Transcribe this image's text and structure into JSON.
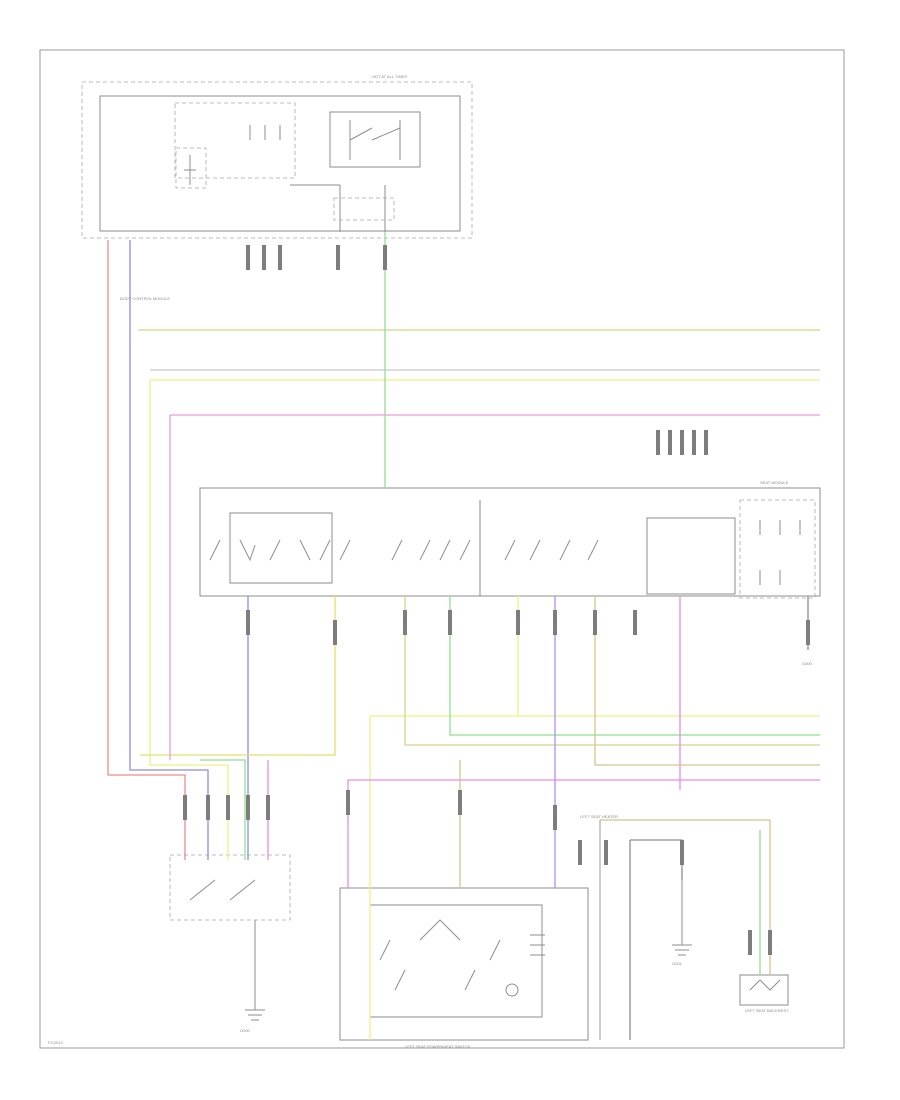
{
  "labels": {
    "footer_left": "F1/2013",
    "bottom_module": "LEFT SEAT POWER/HEAT SWITCH",
    "hot_at_all_times": "HOT AT ALL TIMES",
    "left_seat_heater": "LEFT SEAT HEATER",
    "left_seat_backrest": "LEFT SEAT BACKREST",
    "g200": "G200",
    "g201": "G201",
    "g300": "G300",
    "seat_module": "SEAT MODULE",
    "body_control": "BODY CONTROL MODULE"
  },
  "colors": {
    "red": "#f08a8a",
    "blue": "#8c8ce8",
    "yellow": "#f2ef86",
    "green": "#8ee08e",
    "magenta": "#e88ce8",
    "pink": "#ee9ad8",
    "violet": "#b48ee8",
    "olive": "#d8d28a",
    "frame": "#9a9a9a"
  }
}
